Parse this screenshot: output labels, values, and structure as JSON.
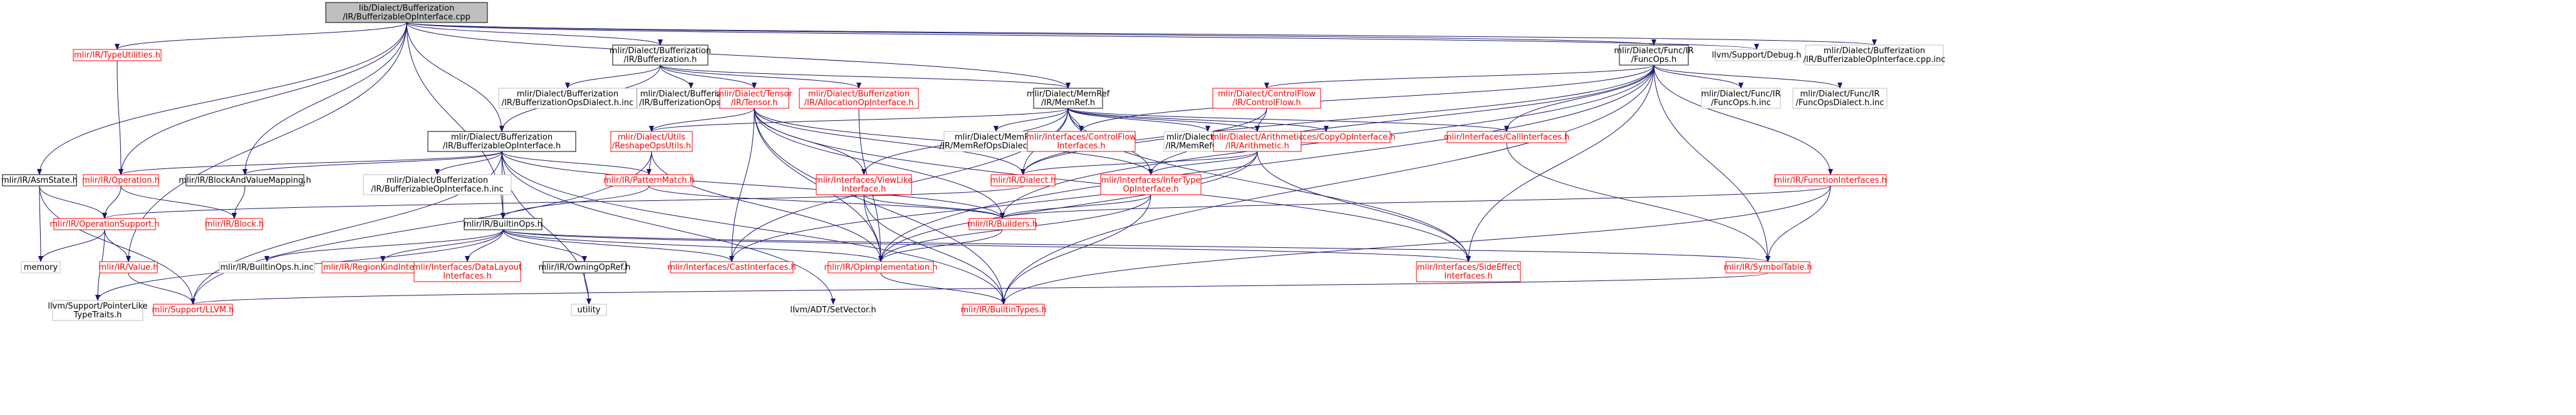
{
  "colors": {
    "root_fill": "#bfbfbf",
    "root_stroke": "#000000",
    "doc_stroke": "#000000",
    "missing_stroke": "#bfbfbf",
    "include_stroke": "#ff0000",
    "edge_color": "#191970",
    "text_color": "#000000"
  },
  "nodes": [
    {
      "id": "root",
      "lines": [
        "lib/Dialect/Bufferization",
        "/IR/BufferizableOpInterface.cpp"
      ],
      "kind": "root",
      "icon": "cpp-file-icon"
    },
    {
      "id": "bz",
      "lines": [
        "mlir/Dialect/Bufferization",
        "/IR/Bufferization.h"
      ],
      "kind": "doc",
      "icon": "header-file-icon"
    },
    {
      "id": "tu",
      "lines": [
        "mlir/IR/TypeUtilities.h"
      ],
      "kind": "include",
      "icon": "header-file-icon"
    },
    {
      "id": "fo",
      "lines": [
        "mlir/Dialect/Func/IR",
        "/FuncOps.h"
      ],
      "kind": "doc",
      "icon": "header-file-icon"
    },
    {
      "id": "dbg",
      "lines": [
        "llvm/Support/Debug.h"
      ],
      "kind": "missing",
      "icon": "header-file-icon"
    },
    {
      "id": "bopinc",
      "lines": [
        "mlir/Dialect/Bufferization",
        "/IR/BufferizableOpInterface.cpp.inc"
      ],
      "kind": "missing",
      "icon": "header-file-icon"
    },
    {
      "id": "boi",
      "lines": [
        "mlir/Dialect/Bufferization",
        "/IR/BufferizableOpInterface.h"
      ],
      "kind": "doc",
      "icon": "header-file-icon"
    },
    {
      "id": "bzdi",
      "lines": [
        "mlir/Dialect/Bufferization",
        "/IR/BufferizationOpsDialect.h.inc"
      ],
      "kind": "missing",
      "icon": "header-file-icon"
    },
    {
      "id": "bzoi",
      "lines": [
        "mlir/Dialect/Bufferization",
        "/IR/BufferizationOps.h.inc"
      ],
      "kind": "missing",
      "icon": "header-file-icon"
    },
    {
      "id": "ten",
      "lines": [
        "mlir/Dialect/Tensor",
        "/IR/Tensor.h"
      ],
      "kind": "include",
      "icon": "header-file-icon"
    },
    {
      "id": "alloc",
      "lines": [
        "mlir/Dialect/Bufferization",
        "/IR/AllocationOpInterface.h"
      ],
      "kind": "include",
      "icon": "header-file-icon"
    },
    {
      "id": "mr",
      "lines": [
        "mlir/Dialect/MemRef",
        "/IR/MemRef.h"
      ],
      "kind": "doc",
      "icon": "header-file-icon"
    },
    {
      "id": "cf",
      "lines": [
        "mlir/Dialect/ControlFlow",
        "/IR/ControlFlow.h"
      ],
      "kind": "include",
      "icon": "header-file-icon"
    },
    {
      "id": "fopsinc",
      "lines": [
        "mlir/Dialect/Func/IR",
        "/FuncOps.h.inc"
      ],
      "kind": "missing",
      "icon": "header-file-icon"
    },
    {
      "id": "fdinc",
      "lines": [
        "mlir/Dialect/Func/IR",
        "/FuncOpsDialect.h.inc"
      ],
      "kind": "missing",
      "icon": "header-file-icon"
    },
    {
      "id": "as",
      "lines": [
        "mlir/IR/AsmState.h"
      ],
      "kind": "doc",
      "icon": "header-file-icon"
    },
    {
      "id": "op",
      "lines": [
        "mlir/IR/Operation.h"
      ],
      "kind": "include",
      "icon": "header-file-icon"
    },
    {
      "id": "bav",
      "lines": [
        "mlir/IR/BlockAndValueMapping.h"
      ],
      "kind": "doc",
      "icon": "header-file-icon"
    },
    {
      "id": "boiinc",
      "lines": [
        "mlir/Dialect/Bufferization",
        "/IR/BufferizableOpInterface.h.inc"
      ],
      "kind": "missing",
      "icon": "header-file-icon"
    },
    {
      "id": "ru",
      "lines": [
        "mlir/Dialect/Utils",
        "/ReshapeOpsUtils.h"
      ],
      "kind": "include",
      "icon": "header-file-icon"
    },
    {
      "id": "pm",
      "lines": [
        "mlir/IR/PatternMatch.h"
      ],
      "kind": "include",
      "icon": "header-file-icon"
    },
    {
      "id": "vl",
      "lines": [
        "mlir/Interfaces/ViewLike",
        "Interface.h"
      ],
      "kind": "include",
      "icon": "header-file-icon"
    },
    {
      "id": "mrops",
      "lines": [
        "mlir/Dialect/MemRef",
        "/IR/MemRefOpsDialect.h.inc"
      ],
      "kind": "missing",
      "icon": "header-file-icon"
    },
    {
      "id": "cfi",
      "lines": [
        "mlir/Interfaces/ControlFlow",
        "Interfaces.h"
      ],
      "kind": "include",
      "icon": "header-file-icon"
    },
    {
      "id": "mropsinc",
      "lines": [
        "mlir/Dialect/MemRef",
        "/IR/MemRefOps.h.inc"
      ],
      "kind": "missing",
      "icon": "header-file-icon"
    },
    {
      "id": "copy",
      "lines": [
        "mlir/Interfaces/CopyOpInterface.h"
      ],
      "kind": "include",
      "icon": "header-file-icon"
    },
    {
      "id": "ar",
      "lines": [
        "mlir/Dialect/Arithmetic",
        "/IR/Arithmetic.h"
      ],
      "kind": "include",
      "icon": "header-file-icon"
    },
    {
      "id": "call",
      "lines": [
        "mlir/Interfaces/CallInterfaces.h"
      ],
      "kind": "include",
      "icon": "header-file-icon"
    },
    {
      "id": "dia",
      "lines": [
        "mlir/IR/Dialect.h"
      ],
      "kind": "include",
      "icon": "header-file-icon"
    },
    {
      "id": "it",
      "lines": [
        "mlir/Interfaces/InferType",
        "OpInterface.h"
      ],
      "kind": "include",
      "icon": "header-file-icon"
    },
    {
      "id": "fi",
      "lines": [
        "mlir/IR/FunctionInterfaces.h"
      ],
      "kind": "include",
      "icon": "header-file-icon"
    },
    {
      "id": "os",
      "lines": [
        "mlir/IR/OperationSupport.h"
      ],
      "kind": "include",
      "icon": "header-file-icon"
    },
    {
      "id": "blk",
      "lines": [
        "mlir/IR/Block.h"
      ],
      "kind": "include",
      "icon": "header-file-icon"
    },
    {
      "id": "bo",
      "lines": [
        "mlir/IR/BuiltinOps.h"
      ],
      "kind": "doc",
      "icon": "header-file-icon"
    },
    {
      "id": "bld",
      "lines": [
        "mlir/IR/Builders.h"
      ],
      "kind": "include",
      "icon": "header-file-icon"
    },
    {
      "id": "mem",
      "lines": [
        "memory"
      ],
      "kind": "missing",
      "icon": "header-file-icon"
    },
    {
      "id": "val",
      "lines": [
        "mlir/IR/Value.h"
      ],
      "kind": "include",
      "icon": "header-file-icon"
    },
    {
      "id": "boinc",
      "lines": [
        "mlir/IR/BuiltinOps.h.inc"
      ],
      "kind": "missing",
      "icon": "header-file-icon"
    },
    {
      "id": "rk",
      "lines": [
        "mlir/IR/RegionKindInterface.h"
      ],
      "kind": "include",
      "icon": "header-file-icon"
    },
    {
      "id": "dl",
      "lines": [
        "mlir/Interfaces/DataLayout",
        "Interfaces.h"
      ],
      "kind": "include",
      "icon": "header-file-icon"
    },
    {
      "id": "own",
      "lines": [
        "mlir/IR/OwningOpRef.h"
      ],
      "kind": "doc",
      "icon": "header-file-icon"
    },
    {
      "id": "cast",
      "lines": [
        "mlir/Interfaces/CastInterfaces.h"
      ],
      "kind": "include",
      "icon": "header-file-icon"
    },
    {
      "id": "oi",
      "lines": [
        "mlir/IR/OpImplementation.h"
      ],
      "kind": "include",
      "icon": "header-file-icon"
    },
    {
      "id": "se",
      "lines": [
        "mlir/Interfaces/SideEffect",
        "Interfaces.h"
      ],
      "kind": "include",
      "icon": "header-file-icon"
    },
    {
      "id": "st",
      "lines": [
        "mlir/IR/SymbolTable.h"
      ],
      "kind": "include",
      "icon": "header-file-icon"
    },
    {
      "id": "plt",
      "lines": [
        "llvm/Support/PointerLike",
        "TypeTraits.h"
      ],
      "kind": "missing",
      "icon": "header-file-icon"
    },
    {
      "id": "llvm",
      "lines": [
        "mlir/Support/LLVM.h"
      ],
      "kind": "include",
      "icon": "header-file-icon"
    },
    {
      "id": "util",
      "lines": [
        "utility"
      ],
      "kind": "missing",
      "icon": "header-file-icon"
    },
    {
      "id": "sv",
      "lines": [
        "llvm/ADT/SetVector.h"
      ],
      "kind": "missing",
      "icon": "header-file-icon"
    },
    {
      "id": "bt",
      "lines": [
        "mlir/IR/BuiltinTypes.h"
      ],
      "kind": "include",
      "icon": "header-file-icon"
    }
  ],
  "edges": [
    [
      "root",
      "bz"
    ],
    [
      "root",
      "tu"
    ],
    [
      "root",
      "fo"
    ],
    [
      "root",
      "dbg"
    ],
    [
      "root",
      "bopinc"
    ],
    [
      "root",
      "boi"
    ],
    [
      "root",
      "mr"
    ],
    [
      "root",
      "as"
    ],
    [
      "root",
      "op"
    ],
    [
      "root",
      "bav"
    ],
    [
      "root",
      "bo"
    ],
    [
      "root",
      "val"
    ],
    [
      "bz",
      "bzdi"
    ],
    [
      "bz",
      "bzoi"
    ],
    [
      "bz",
      "ten"
    ],
    [
      "bz",
      "alloc"
    ],
    [
      "bz",
      "mr"
    ],
    [
      "bz",
      "boi"
    ],
    [
      "tu",
      "op"
    ],
    [
      "fo",
      "cf"
    ],
    [
      "fo",
      "fopsinc"
    ],
    [
      "fo",
      "fdinc"
    ],
    [
      "fo",
      "call"
    ],
    [
      "fo",
      "fi"
    ],
    [
      "fo",
      "st"
    ],
    [
      "fo",
      "se"
    ],
    [
      "fo",
      "bld"
    ],
    [
      "fo",
      "oi"
    ],
    [
      "fo",
      "bt"
    ],
    [
      "fo",
      "cfi"
    ],
    [
      "fo",
      "it"
    ],
    [
      "fo",
      "dia"
    ],
    [
      "boi",
      "boiinc"
    ],
    [
      "boi",
      "op"
    ],
    [
      "boi",
      "bav"
    ],
    [
      "boi",
      "pm"
    ],
    [
      "boi",
      "bo"
    ],
    [
      "boi",
      "bld"
    ],
    [
      "boi",
      "llvm"
    ],
    [
      "boi",
      "util"
    ],
    [
      "boi",
      "sv"
    ],
    [
      "boi",
      "bt"
    ],
    [
      "ten",
      "ru"
    ],
    [
      "ten",
      "vl"
    ],
    [
      "ten",
      "cast"
    ],
    [
      "ten",
      "it"
    ],
    [
      "ten",
      "dia"
    ],
    [
      "ten",
      "oi"
    ],
    [
      "ten",
      "bt"
    ],
    [
      "ten",
      "se"
    ],
    [
      "ten",
      "bld"
    ],
    [
      "alloc",
      "oi"
    ],
    [
      "mr",
      "ru"
    ],
    [
      "mr",
      "vl"
    ],
    [
      "mr",
      "mrops"
    ],
    [
      "mr",
      "cfi"
    ],
    [
      "mr",
      "mropsinc"
    ],
    [
      "mr",
      "copy"
    ],
    [
      "mr",
      "ar"
    ],
    [
      "mr",
      "call"
    ],
    [
      "mr",
      "dia"
    ],
    [
      "mr",
      "it"
    ],
    [
      "mr",
      "se"
    ],
    [
      "mr",
      "cast"
    ],
    [
      "cf",
      "ar"
    ],
    [
      "cf",
      "dia"
    ],
    [
      "as",
      "os"
    ],
    [
      "as",
      "mem"
    ],
    [
      "as",
      "llvm"
    ],
    [
      "op",
      "os"
    ],
    [
      "op",
      "blk"
    ],
    [
      "bav",
      "blk"
    ],
    [
      "ru",
      "pm"
    ],
    [
      "ru",
      "oi"
    ],
    [
      "ru",
      "llvm"
    ],
    [
      "pm",
      "bo"
    ],
    [
      "pm",
      "bld"
    ],
    [
      "vl",
      "bld"
    ],
    [
      "vl",
      "oi"
    ],
    [
      "vl",
      "bt"
    ],
    [
      "ar",
      "dia"
    ],
    [
      "ar",
      "it"
    ],
    [
      "ar",
      "se"
    ],
    [
      "ar",
      "cast"
    ],
    [
      "ar",
      "oi"
    ],
    [
      "call",
      "st"
    ],
    [
      "dia",
      "os"
    ],
    [
      "it",
      "bld"
    ],
    [
      "it",
      "oi"
    ],
    [
      "it",
      "bt"
    ],
    [
      "fi",
      "bld"
    ],
    [
      "fi",
      "st"
    ],
    [
      "fi",
      "bt"
    ],
    [
      "os",
      "mem"
    ],
    [
      "os",
      "val"
    ],
    [
      "os",
      "plt"
    ],
    [
      "bo",
      "boinc"
    ],
    [
      "bo",
      "rk"
    ],
    [
      "bo",
      "dl"
    ],
    [
      "bo",
      "own"
    ],
    [
      "bo",
      "cast"
    ],
    [
      "bo",
      "oi"
    ],
    [
      "bo",
      "se"
    ],
    [
      "bo",
      "st"
    ],
    [
      "bo",
      "plt"
    ],
    [
      "bld",
      "oi"
    ],
    [
      "val",
      "llvm"
    ],
    [
      "own",
      "util"
    ],
    [
      "oi",
      "bt"
    ],
    [
      "st",
      "llvm"
    ]
  ]
}
